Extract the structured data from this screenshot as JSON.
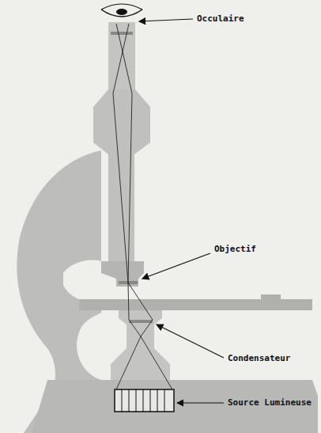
{
  "diagram": {
    "labels": [
      "Occulaire",
      "Objectif",
      "Condensateur",
      "Source Lumineuse"
    ]
  }
}
